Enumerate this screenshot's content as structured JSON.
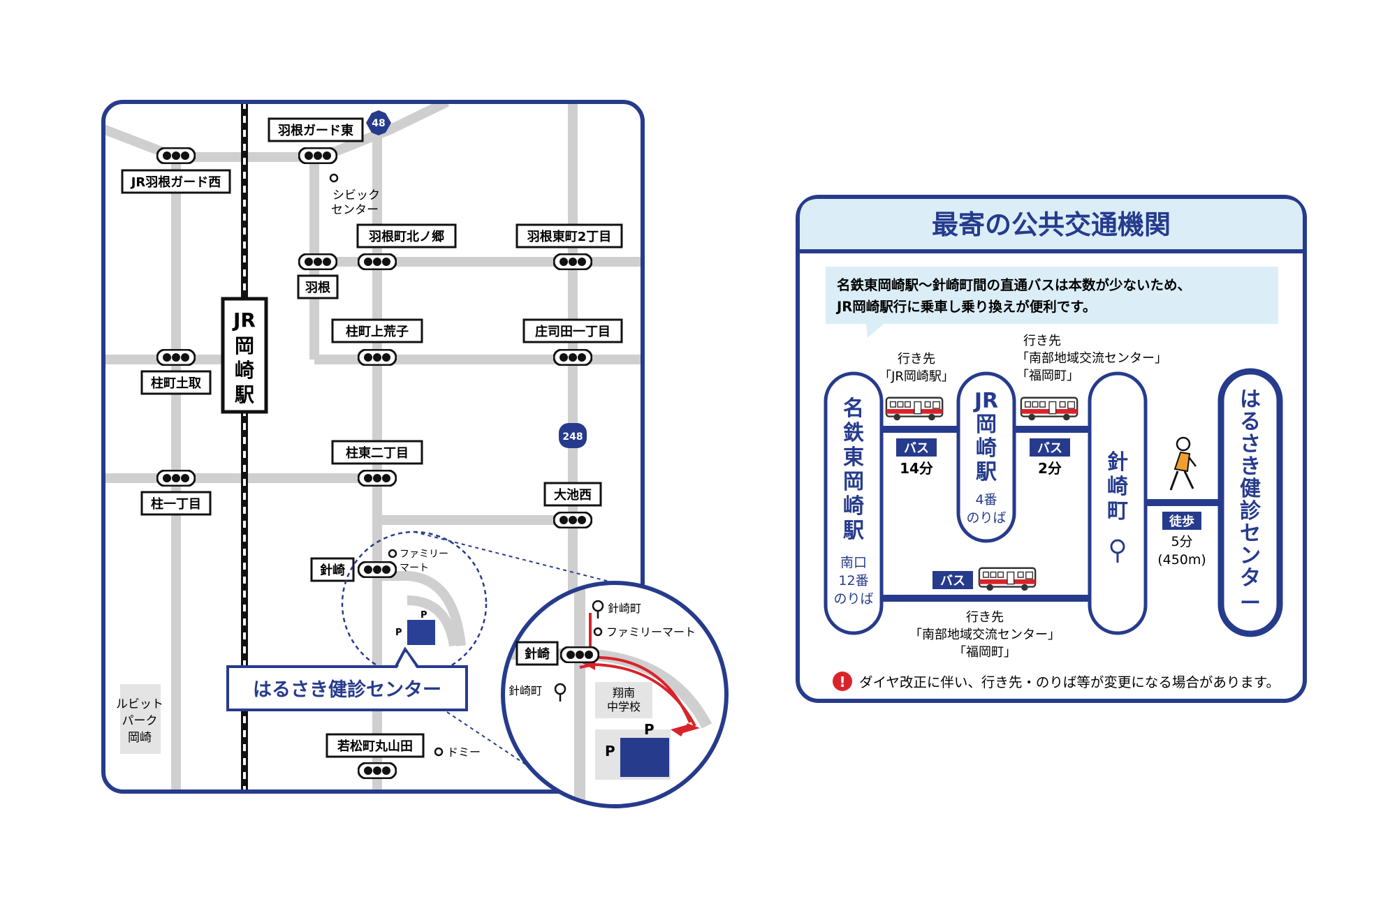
{
  "map": {
    "station": [
      "JR",
      "岡",
      "崎",
      "駅"
    ],
    "route_badges": {
      "r48": "48",
      "r248": "248"
    },
    "intersections": {
      "hane_guard_higashi": "羽根ガード東",
      "jr_hane_guard_nishi": "JR羽根ガード西",
      "hanecho_kitanogo": "羽根町北ノ郷",
      "hane_higashi_2": "羽根東町2丁目",
      "hane": "羽根",
      "hashiramachi_kamiarako": "柱町上荒子",
      "shojida_1": "庄司田一丁目",
      "hashiramachi_dotori": "柱町土取",
      "hashira_higashi_2": "柱東二丁目",
      "hashira_1": "柱一丁目",
      "oike_nishi": "大池西",
      "harisaki": "針崎",
      "wakamatsu_maruyamada": "若松町丸山田"
    },
    "landmarks": {
      "civic_center": [
        "シビック",
        "センター"
      ],
      "family_mart": [
        "ファミリー",
        "マート"
      ],
      "domy": "ドミー",
      "rubit_park": [
        "ルビット",
        "パーク",
        "岡崎"
      ],
      "parking_p": "P"
    },
    "destination_label": "はるさき健診センター",
    "inset": {
      "bus_stop": "針崎町",
      "family_mart": "ファミリーマート",
      "signal_label": "針崎",
      "bus_stop_left": "針崎町",
      "school": [
        "翔南",
        "中学校"
      ],
      "parking": "P"
    }
  },
  "transit": {
    "title": "最寄の公共交通機関",
    "notice": [
      "名鉄東岡崎駅〜針崎町間の直通バスは本数が少ないため、",
      "JR岡崎駅行に乗車し乗り換えが便利です。"
    ],
    "stop_meitetsu": {
      "name": [
        "名",
        "鉄",
        "東",
        "岡",
        "崎",
        "駅"
      ],
      "sub": [
        "南口",
        "12番",
        "のりば"
      ]
    },
    "stop_jr": {
      "name": [
        "JR",
        "岡",
        "崎",
        "駅"
      ],
      "sub": [
        "4番",
        "のりば"
      ]
    },
    "stop_harisaki": {
      "name": [
        "針",
        "崎",
        "町"
      ]
    },
    "destination": [
      "は",
      "る",
      "さ",
      "き",
      "健",
      "診",
      "セ",
      "ン",
      "タ",
      "ー"
    ],
    "leg1": {
      "dest_label": [
        "行き先",
        "「JR岡崎駅」"
      ],
      "mode": "バス",
      "time": "14分"
    },
    "leg2": {
      "dest_label": [
        "行き先",
        "「南部地域交流センター」",
        "「福岡町」"
      ],
      "mode": "バス",
      "time": "2分"
    },
    "leg3": {
      "mode": "バス",
      "dest_label": [
        "行き先",
        "「南部地域交流センター」",
        "「福岡町」"
      ]
    },
    "walk": {
      "mode": "徒歩",
      "time": [
        "5分",
        "(450m)"
      ]
    },
    "footnote": "ダイヤ改正に伴い、行き先・のりば等が変更になる場合があります。"
  },
  "colors": {
    "navy": "#263b8c",
    "road": "#cfcfcf",
    "light_blue": "#dbeef8",
    "red": "#d9232a"
  }
}
